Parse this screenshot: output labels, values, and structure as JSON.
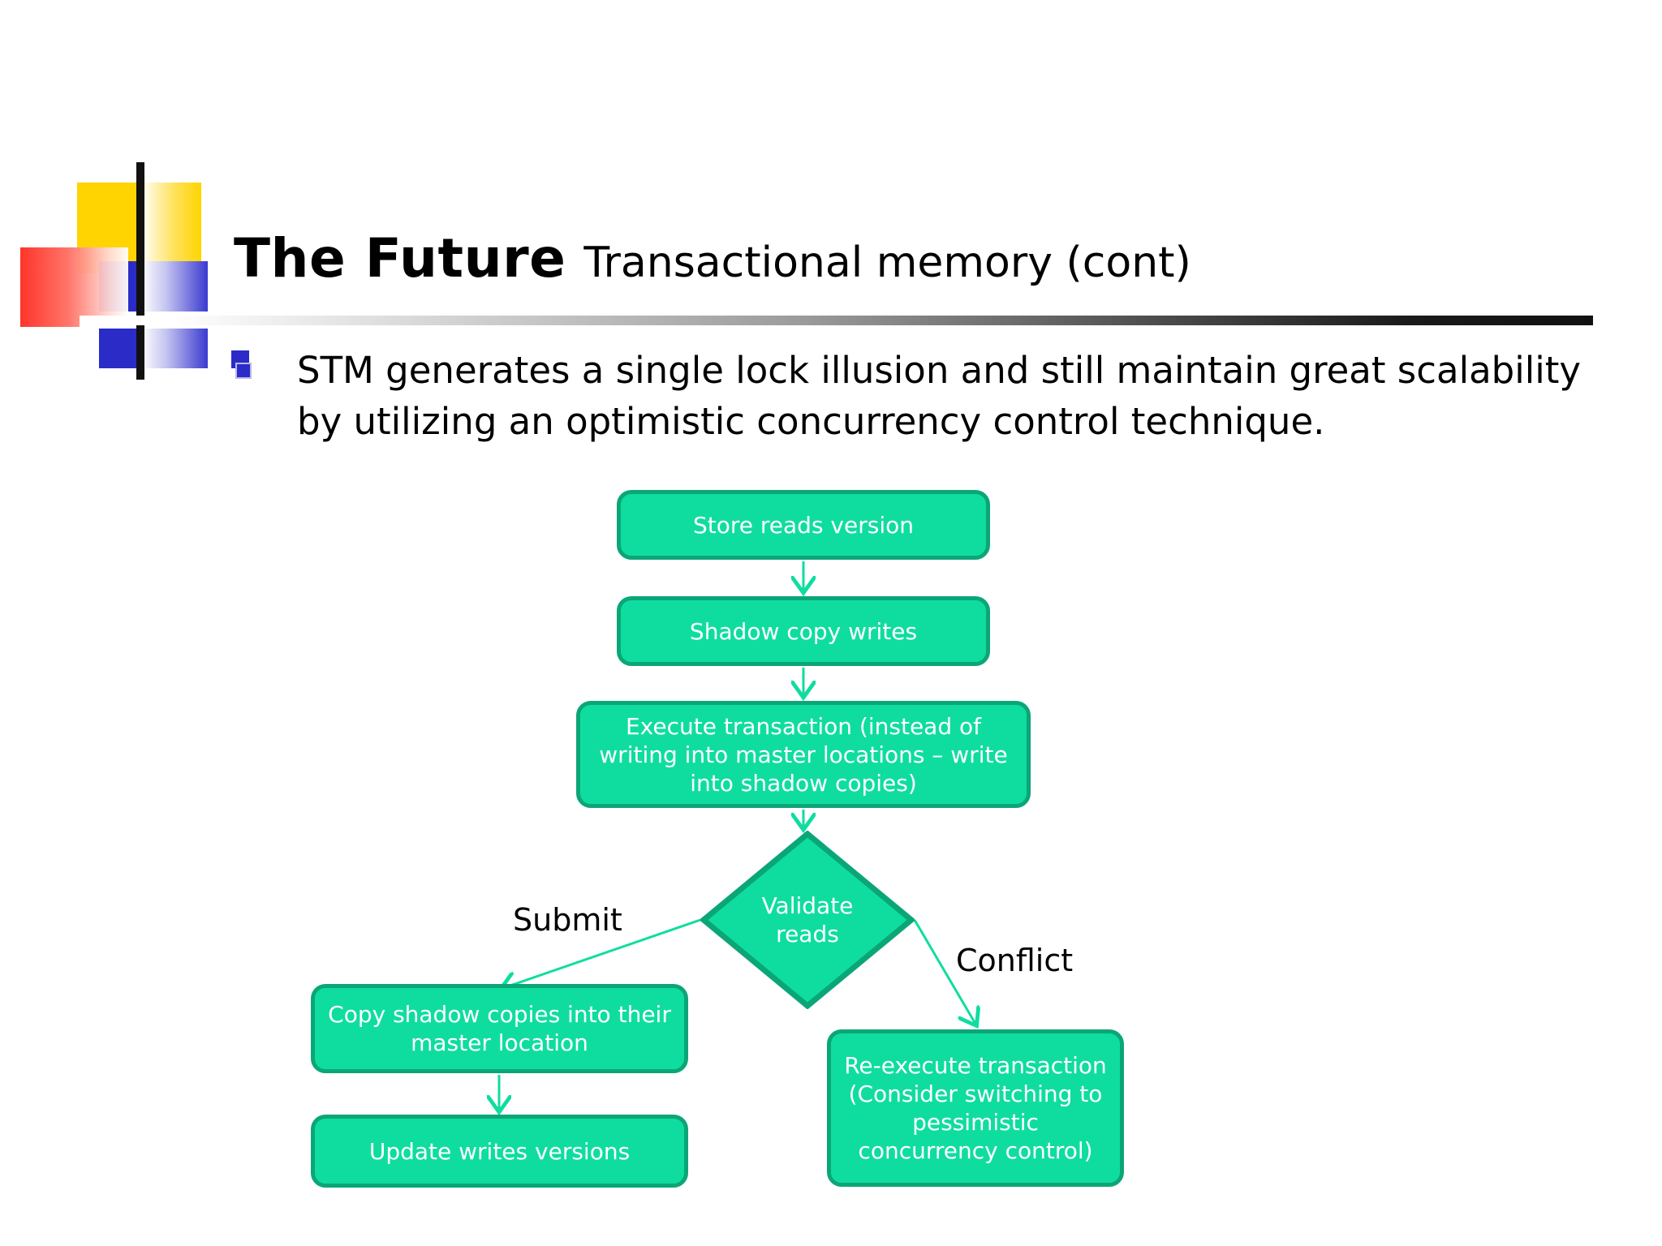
{
  "slide": {
    "background_color": "#ffffff",
    "title": {
      "main": "The Future",
      "subtitle": "Transactional memory (cont)"
    },
    "divider": {
      "name": "title-divider-rule",
      "gradient_from": "#FFFFFF",
      "gradient_to": "#111111"
    },
    "logo": {
      "name": "decorative-logo",
      "colors": {
        "yellow": "#FFD400",
        "red": "#FF2A1E",
        "blue": "#2B2BC8",
        "bar": "#111111"
      }
    },
    "body": {
      "bullet_marker_color": "#2B2BC8",
      "bullet_text": "STM generates a single lock illusion and still maintain great scalability by utilizing an optimistic concurrency control technique."
    }
  },
  "flowchart": {
    "type": "diagram",
    "node_fill": "#0FDDA0",
    "node_border": "#0BA677",
    "node_text_color": "#FFFFFF",
    "connector_color": "#0FDDA0",
    "nodes": [
      {
        "id": "store",
        "shape": "rounded-rect",
        "label": "Store reads version"
      },
      {
        "id": "shadow",
        "shape": "rounded-rect",
        "label": "Shadow copy writes"
      },
      {
        "id": "execute",
        "shape": "rounded-rect",
        "label": "Execute transaction (instead of writing into master locations – write into shadow copies)"
      },
      {
        "id": "validate",
        "shape": "diamond",
        "label_line1": "Validate",
        "label_line2": "reads"
      },
      {
        "id": "copy",
        "shape": "rounded-rect",
        "label": "Copy shadow copies into their master location"
      },
      {
        "id": "update",
        "shape": "rounded-rect",
        "label": "Update writes versions"
      },
      {
        "id": "reexec",
        "shape": "rounded-rect",
        "label": "Re-execute transaction (Consider switching to pessimistic concurrency control)"
      }
    ],
    "edges": [
      {
        "from": "store",
        "to": "shadow",
        "label": ""
      },
      {
        "from": "shadow",
        "to": "execute",
        "label": ""
      },
      {
        "from": "execute",
        "to": "validate",
        "label": ""
      },
      {
        "from": "validate",
        "to": "copy",
        "label": "Submit"
      },
      {
        "from": "validate",
        "to": "reexec",
        "label": "Conflict"
      },
      {
        "from": "copy",
        "to": "update",
        "label": ""
      }
    ],
    "edge_labels": {
      "submit": "Submit",
      "conflict": "Conflict"
    }
  }
}
